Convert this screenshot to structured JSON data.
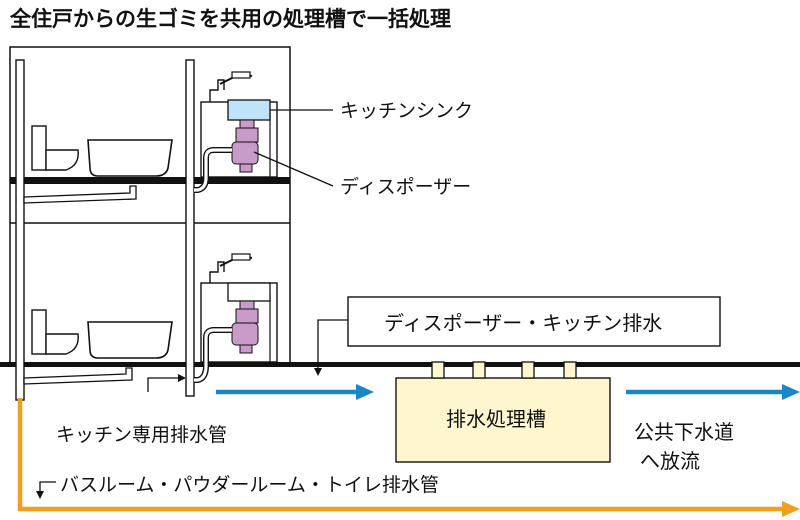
{
  "title": "全住戸からの生ゴミを共用の処理槽で一括処理",
  "labels": {
    "kitchen_sink": "キッチンシンク",
    "disposer": "ディスポーザー",
    "disposer_kitchen_drain": "ディスポーザー・キッチン排水",
    "kitchen_drain_pipe": "キッチン専用排水管",
    "drain_tank": "排水処理槽",
    "public_sewer_line1": "公共下水道",
    "public_sewer_line2": "へ放流",
    "bath_toilet_drain_pipe": "バスルーム・パウダールーム・トイレ排水管"
  },
  "colors": {
    "kitchen_flow_arrow": "#1a86c8",
    "bath_flow_arrow": "#f0a020",
    "sink_basin": "#bfe3f7",
    "disposer_unit": "#c99bc9",
    "tank_fill": "#fdf6cf"
  }
}
